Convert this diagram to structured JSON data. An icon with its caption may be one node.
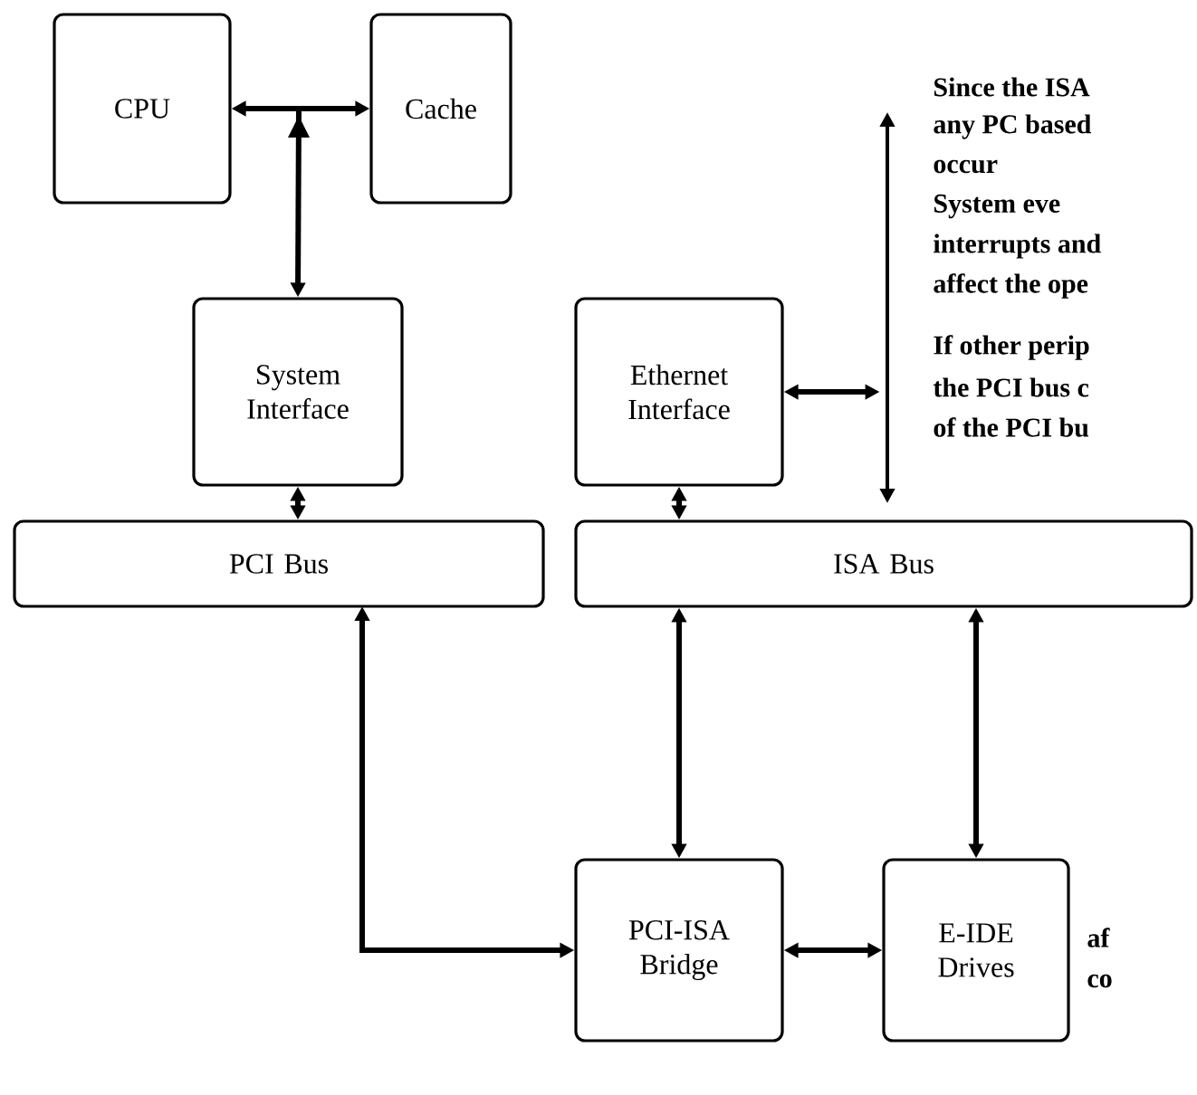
{
  "diagram": {
    "nodes": [
      {
        "text": [
          "CPU"
        ]
      },
      {
        "text": [
          "Cache"
        ]
      },
      {
        "text": [
          "System Interface"
        ]
      },
      {
        "text": [
          "Ethernet Interface"
        ]
      },
      {
        "text": [],
        "shape": "bar"
      },
      {
        "text": [
          "PCI Bus"
        ]
      },
      {
        "text": [
          "ISA Bus"
        ]
      },
      {
        "text": [
          "PCI-ISA Bridge"
        ]
      },
      {
        "text": [
          "E-IDE Drives"
        ]
      }
    ],
    "edges": [
      {
        "from": 2,
        "to": 0,
        "arrow": "both"
      },
      {
        "from": 2,
        "to": 1,
        "arrow": "both"
      },
      {
        "from": 2,
        "to": 5,
        "arrow": "both"
      },
      {
        "from": 3,
        "to": 4,
        "arrow": "both"
      },
      {
        "from": 3,
        "to": 6,
        "arrow": "both"
      },
      {
        "from": 5,
        "to": 7,
        "arrow": "both"
      },
      {
        "from": 7,
        "to": 6,
        "arrow": "both"
      },
      {
        "from": 8,
        "to": 6,
        "arrow": "both"
      },
      {
        "from": 7,
        "to": 8,
        "arrow": "both"
      }
    ],
    "labels": [
      "Since the ISA",
      "any PC based",
      "occur",
      "System eve",
      "interrupts and",
      "affect the ope",
      "If other perip",
      "the PCI bus c",
      "of the PCI bu",
      "af",
      "co"
    ]
  }
}
